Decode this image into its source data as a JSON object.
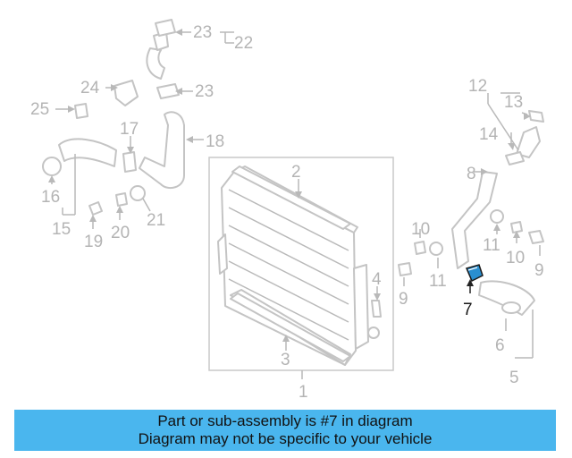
{
  "callouts": {
    "c1": "1",
    "c2": "2",
    "c3": "3",
    "c4": "4",
    "c5": "5",
    "c6": "6",
    "c7": "7",
    "c8": "8",
    "c9a": "9",
    "c9b": "9",
    "c10a": "10",
    "c10b": "10",
    "c11a": "11",
    "c11b": "11",
    "c12": "12",
    "c13": "13",
    "c14": "14",
    "c15": "15",
    "c16": "16",
    "c17": "17",
    "c18": "18",
    "c19": "19",
    "c20": "20",
    "c21": "21",
    "c22": "22",
    "c23a": "23",
    "c23b": "23",
    "c24": "24",
    "c25": "25"
  },
  "highlight": {
    "part_number": "7",
    "color": "#2a8fd0"
  },
  "banner": {
    "line1": "Part or sub-assembly is #7 in diagram",
    "line2": "Diagram may not be specific to your vehicle",
    "color": "#4ab6ee"
  }
}
